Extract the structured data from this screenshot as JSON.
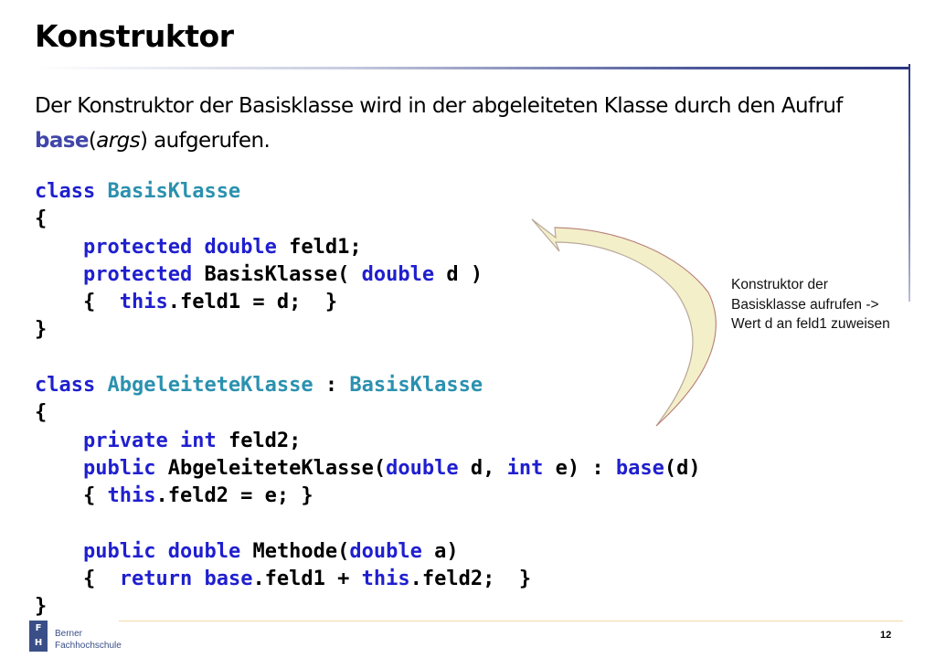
{
  "slide": {
    "title": "Konstruktor",
    "intro": {
      "part1": "Der Konstruktor der Basisklasse wird  in der abgeleiteten Klasse durch den Aufruf ",
      "keyword": "base",
      "paren_open": "(",
      "arg": "args",
      "part2": ") aufgerufen."
    },
    "note": "Konstruktor  der Basisklasse aufrufen -> Wert d an feld1 zuweisen",
    "page_number": "12"
  },
  "code": {
    "lines": [
      [
        {
          "t": "class",
          "c": "kw"
        },
        {
          "t": " "
        },
        {
          "t": "BasisKlasse",
          "c": "ty"
        }
      ],
      [
        {
          "t": "{"
        }
      ],
      [
        {
          "t": "    "
        },
        {
          "t": "protected",
          "c": "kw"
        },
        {
          "t": " "
        },
        {
          "t": "double",
          "c": "kw"
        },
        {
          "t": " feld1;"
        }
      ],
      [
        {
          "t": "    "
        },
        {
          "t": "protected",
          "c": "kw"
        },
        {
          "t": " BasisKlasse( "
        },
        {
          "t": "double",
          "c": "kw"
        },
        {
          "t": " d )"
        }
      ],
      [
        {
          "t": "    {  "
        },
        {
          "t": "this",
          "c": "kw"
        },
        {
          "t": ".feld1 = d;  }"
        }
      ],
      [
        {
          "t": "}"
        }
      ],
      [
        {
          "t": ""
        }
      ],
      [
        {
          "t": "class",
          "c": "kw"
        },
        {
          "t": " "
        },
        {
          "t": "AbgeleiteteKlasse",
          "c": "ty"
        },
        {
          "t": " : "
        },
        {
          "t": "BasisKlasse",
          "c": "ty"
        }
      ],
      [
        {
          "t": "{"
        }
      ],
      [
        {
          "t": "    "
        },
        {
          "t": "private",
          "c": "kw"
        },
        {
          "t": " "
        },
        {
          "t": "int",
          "c": "kw"
        },
        {
          "t": " feld2;"
        }
      ],
      [
        {
          "t": "    "
        },
        {
          "t": "public",
          "c": "kw"
        },
        {
          "t": " AbgeleiteteKlasse("
        },
        {
          "t": "double",
          "c": "kw"
        },
        {
          "t": " d, "
        },
        {
          "t": "int",
          "c": "kw"
        },
        {
          "t": " e) : "
        },
        {
          "t": "base",
          "c": "kw"
        },
        {
          "t": "(d)"
        }
      ],
      [
        {
          "t": "    { "
        },
        {
          "t": "this",
          "c": "kw"
        },
        {
          "t": ".feld2 = e; }"
        }
      ],
      [
        {
          "t": ""
        }
      ],
      [
        {
          "t": "    "
        },
        {
          "t": "public",
          "c": "kw"
        },
        {
          "t": " "
        },
        {
          "t": "double",
          "c": "kw"
        },
        {
          "t": " Methode("
        },
        {
          "t": "double",
          "c": "kw"
        },
        {
          "t": " a)"
        }
      ],
      [
        {
          "t": "    {  "
        },
        {
          "t": "return",
          "c": "kw"
        },
        {
          "t": " "
        },
        {
          "t": "base",
          "c": "kw"
        },
        {
          "t": ".feld1 + "
        },
        {
          "t": "this",
          "c": "kw"
        },
        {
          "t": ".feld2;  }"
        }
      ],
      [
        {
          "t": "}"
        }
      ]
    ]
  },
  "footer": {
    "logo_letters": [
      "F",
      "H"
    ],
    "logo_line1": "Berner",
    "logo_line2": "Fachhochschule"
  },
  "colors": {
    "keyword": "#1f1fcf",
    "type": "#2b91af",
    "intro_keyword": "#4046a8",
    "arrow_fill": "#f3efc9",
    "arrow_stroke": "#b8a89a",
    "brand": "#3a4f88"
  }
}
